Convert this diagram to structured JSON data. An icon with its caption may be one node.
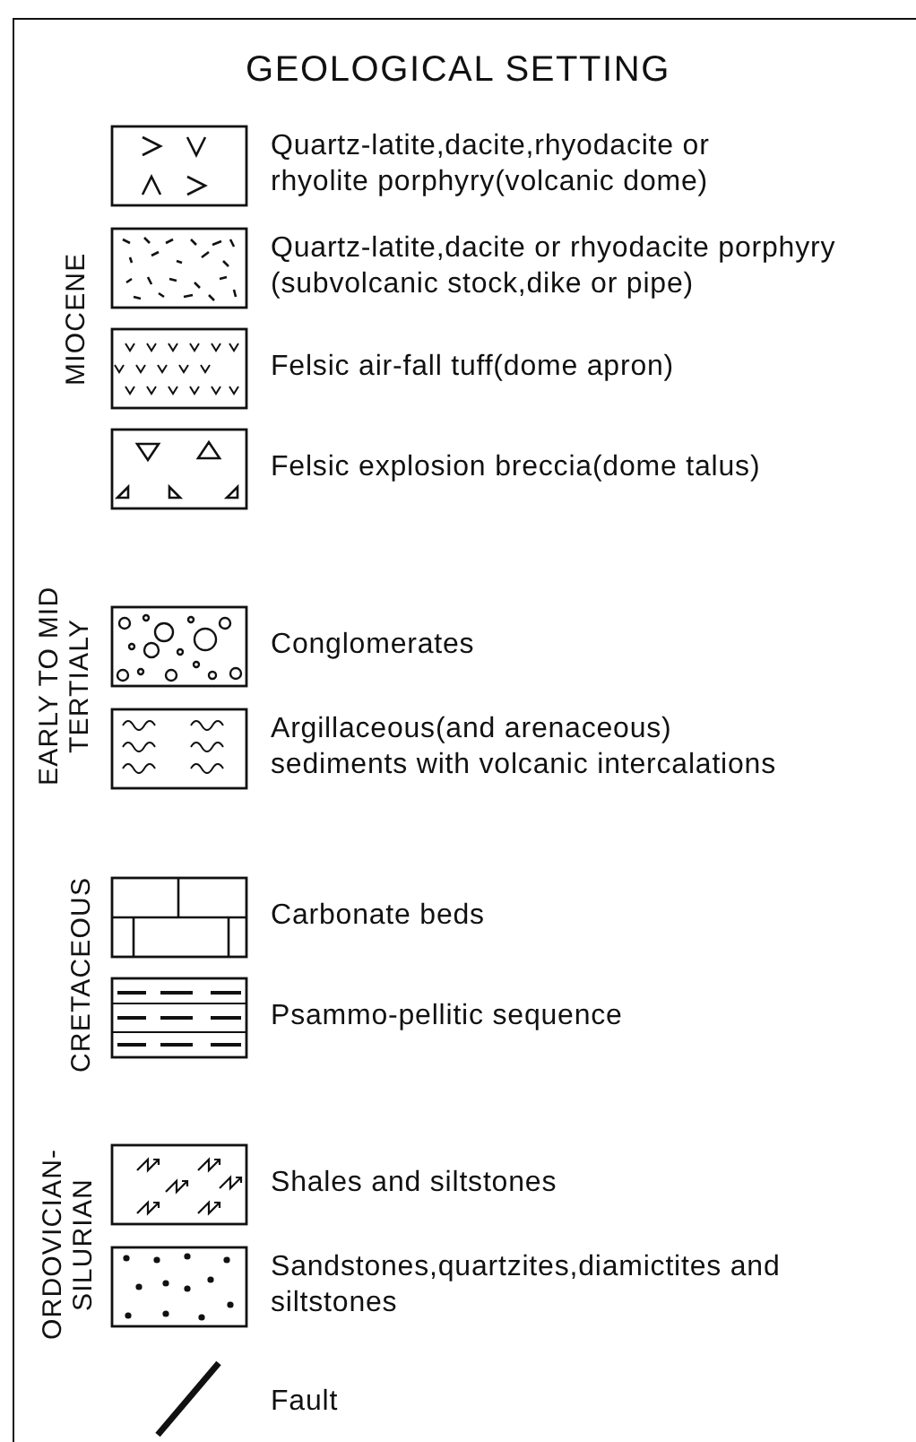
{
  "diagram": {
    "title": "GEOLOGICAL SETTING",
    "labels": [
      "MIOCENE",
      "EARLY TO MID TERTIALY",
      "CRETACEOUS",
      "ORDOVICIAN-SILURIAN"
    ],
    "legend": [
      {
        "text": "Quartz-latite,dacite,rhyodacite or rhyolite porphyry(volcanic dome)"
      },
      {
        "text": "Quartz-latite,dacite or rhyodacite porphyry (subvolcanic stock,dike or pipe)"
      },
      {
        "text": "Felsic air-fall tuff(dome apron)"
      },
      {
        "text": "Felsic explosion breccia(dome talus)"
      },
      {
        "text": "Conglomerates"
      },
      {
        "text": "Argillaceous(and arenaceous) sediments with volcanic intercalations"
      },
      {
        "text": "Carbonate beds"
      },
      {
        "text": "Psammo-pellitic sequence"
      },
      {
        "text": "Shales and siltstones"
      },
      {
        "text": "Sandstones,quartzites,diamictites and siltstones"
      },
      {
        "text": "Fault"
      }
    ]
  }
}
